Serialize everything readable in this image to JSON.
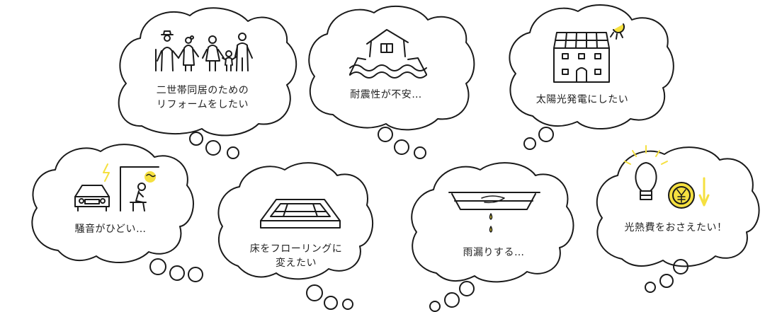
{
  "colors": {
    "stroke": "#1a1a1a",
    "accent": "#f5e040",
    "text": "#222222"
  },
  "bubbles": [
    {
      "id": "family",
      "icon": "family-icon",
      "lines": [
        "二世帯同居のための",
        "リフォームをしたい"
      ]
    },
    {
      "id": "earthquake",
      "icon": "flooded-house-icon",
      "lines": [
        "耐震性が不安…"
      ]
    },
    {
      "id": "solar",
      "icon": "solar-house-icon",
      "lines": [
        "太陽光発電にしたい"
      ]
    },
    {
      "id": "noise",
      "icon": "noisy-car-icon",
      "lines": [
        "騒音がひどい…"
      ]
    },
    {
      "id": "floor",
      "icon": "flooring-icon",
      "lines": [
        "床をフローリングに",
        "変えたい"
      ]
    },
    {
      "id": "leak",
      "icon": "roof-leak-icon",
      "lines": [
        "雨漏りする…"
      ]
    },
    {
      "id": "utility",
      "icon": "lightbulb-yen-icon",
      "lines": [
        "光熱費をおさえたい！"
      ]
    }
  ]
}
